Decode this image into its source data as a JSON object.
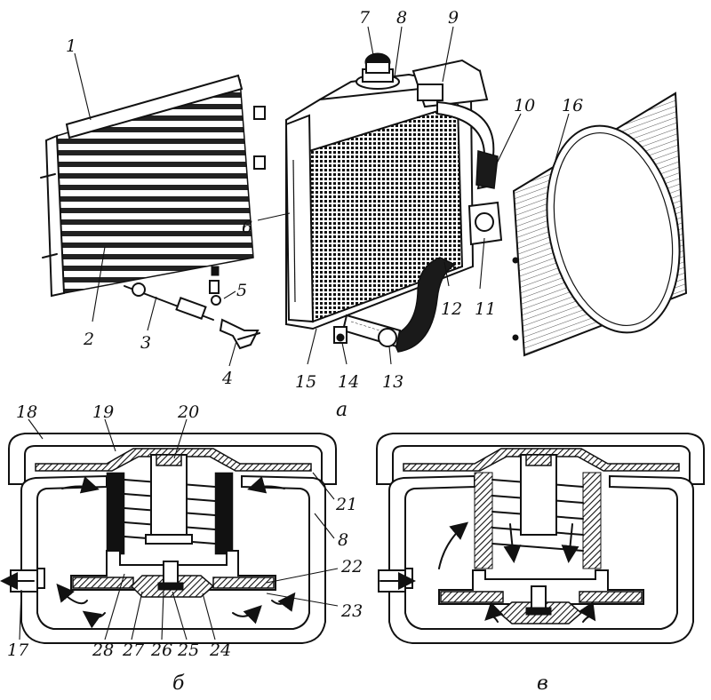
{
  "panels": {
    "a": "а",
    "b": "б",
    "v": "в"
  },
  "callouts": {
    "n1": "1",
    "n2": "2",
    "n3": "3",
    "n4": "4",
    "n5": "5",
    "n6": "6",
    "n7": "7",
    "n8": "8",
    "n9": "9",
    "n10": "10",
    "n11": "11",
    "n12": "12",
    "n13": "13",
    "n14": "14",
    "n15": "15",
    "n16": "16",
    "n17": "17",
    "n18": "18",
    "n19": "19",
    "n20": "20",
    "n21": "21",
    "n8b": "8",
    "n22": "22",
    "n23": "23",
    "n24": "24",
    "n25": "25",
    "n26": "26",
    "n27": "27",
    "n28": "28"
  }
}
